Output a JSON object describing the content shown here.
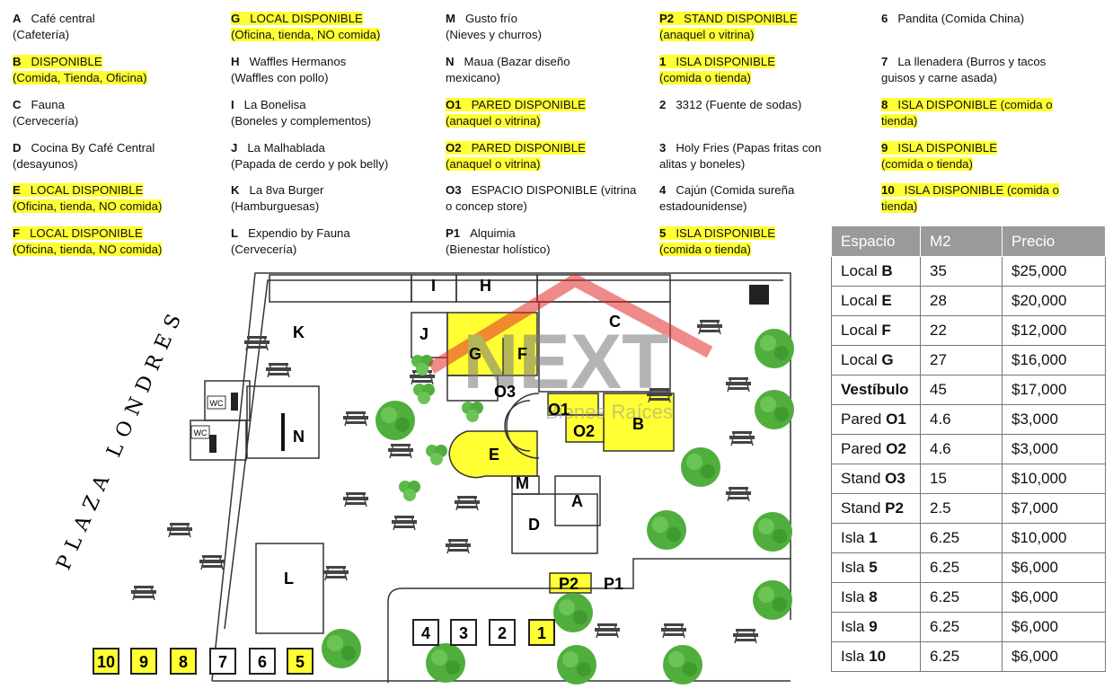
{
  "legend": [
    {
      "code": "A",
      "name": "Café central",
      "desc": "(Cafetería)",
      "available": false
    },
    {
      "code": "B",
      "name": "DISPONIBLE",
      "desc": "(Comida, Tienda, Oficina)",
      "available": true
    },
    {
      "code": "C",
      "name": "Fauna",
      "desc": "(Cervecería)",
      "available": false
    },
    {
      "code": "D",
      "name": "Cocina By Café Central",
      "desc": "(desayunos)",
      "available": false
    },
    {
      "code": "E",
      "name": "LOCAL DISPONIBLE",
      "desc": "(Oficina, tienda, NO comida)",
      "available": true
    },
    {
      "code": "F",
      "name": "LOCAL DISPONIBLE",
      "desc": "(Oficina, tienda, NO comida)",
      "available": true
    },
    {
      "code": "G",
      "name": "LOCAL DISPONIBLE",
      "desc": "(Oficina, tienda, NO comida)",
      "available": true
    },
    {
      "code": "H",
      "name": "Waffles Hermanos",
      "desc": "(Waffles con pollo)",
      "available": false
    },
    {
      "code": "I",
      "name": "La Bonelisa",
      "desc": "(Boneles y complementos)",
      "available": false
    },
    {
      "code": "J",
      "name": "La Malhablada",
      "desc": "(Papada de cerdo y pok belly)",
      "available": false
    },
    {
      "code": "K",
      "name": "La 8va Burger",
      "desc": "(Hamburguesas)",
      "available": false
    },
    {
      "code": "L",
      "name": "Expendio by Fauna",
      "desc": "(Cervecería)",
      "available": false
    },
    {
      "code": "M",
      "name": "Gusto frío",
      "desc": "(Nieves y churros)",
      "available": false
    },
    {
      "code": "N",
      "name": "Maua (Bazar diseño",
      "desc": "mexicano)",
      "available": false
    },
    {
      "code": "O1",
      "name": "PARED DISPONIBLE",
      "desc": "(anaquel o vitrina)",
      "available": true
    },
    {
      "code": "O2",
      "name": "PARED DISPONIBLE",
      "desc": "(anaquel o vitrina)",
      "available": true
    },
    {
      "code": "O3",
      "name": "ESPACIO DISPONIBLE (vitrina",
      "desc": "o concep store)",
      "available": false
    },
    {
      "code": "P1",
      "name": "Alquimia",
      "desc": "(Bienestar holístico)",
      "available": false
    },
    {
      "code": "P2",
      "name": "STAND DISPONIBLE",
      "desc": "(anaquel o vitrina)",
      "available": true
    },
    {
      "code": "1",
      "name": "ISLA DISPONIBLE",
      "desc": "(comida o tienda)",
      "available": true
    },
    {
      "code": "2",
      "name": "3312 (Fuente de sodas)",
      "desc": "",
      "available": false
    },
    {
      "code": "3",
      "name": "Holy Fries (Papas fritas con",
      "desc": "alitas y boneles)",
      "available": false
    },
    {
      "code": "4",
      "name": "Cajún (Comida sureña",
      "desc": "estadounidense)",
      "available": false
    },
    {
      "code": "5",
      "name": "ISLA DISPONIBLE",
      "desc": "(comida o tienda)",
      "available": true
    },
    {
      "code": "6",
      "name": "Pandita (Comida China)",
      "desc": "",
      "available": false
    },
    {
      "code": "7",
      "name": "La llenadera (Burros y tacos",
      "desc": "guisos y carne asada)",
      "available": false
    },
    {
      "code": "8",
      "name": "ISLA DISPONIBLE (comida o",
      "desc": "tienda)",
      "available": true
    },
    {
      "code": "9",
      "name": "ISLA DISPONIBLE",
      "desc": "(comida o tienda)",
      "available": true
    },
    {
      "code": "10",
      "name": "ISLA DISPONIBLE (comida o",
      "desc": "tienda)",
      "available": true
    }
  ],
  "price_table": {
    "headers": [
      "Espacio",
      "M2",
      "Precio"
    ],
    "rows": [
      {
        "type": "Local",
        "id": "B",
        "m2": "35",
        "price": "$25,000"
      },
      {
        "type": "Local",
        "id": "E",
        "m2": "28",
        "price": "$20,000"
      },
      {
        "type": "Local",
        "id": "F",
        "m2": "22",
        "price": "$12,000"
      },
      {
        "type": "Local",
        "id": "G",
        "m2": "27",
        "price": "$16,000"
      },
      {
        "type": "",
        "id": "Vestíbulo",
        "m2": "45",
        "price": "$17,000"
      },
      {
        "type": "Pared",
        "id": "O1",
        "m2": "4.6",
        "price": "$3,000"
      },
      {
        "type": "Pared",
        "id": "O2",
        "m2": "4.6",
        "price": "$3,000"
      },
      {
        "type": "Stand",
        "id": "O3",
        "m2": "15",
        "price": "$10,000"
      },
      {
        "type": "Stand",
        "id": "P2",
        "m2": "2.5",
        "price": "$7,000"
      },
      {
        "type": "Isla",
        "id": "1",
        "m2": "6.25",
        "price": "$10,000"
      },
      {
        "type": "Isla",
        "id": "5",
        "m2": "6.25",
        "price": "$6,000"
      },
      {
        "type": "Isla",
        "id": "8",
        "m2": "6.25",
        "price": "$6,000"
      },
      {
        "type": "Isla",
        "id": "9",
        "m2": "6.25",
        "price": "$6,000"
      },
      {
        "type": "Isla",
        "id": "10",
        "m2": "6.25",
        "price": "$6,000"
      }
    ]
  },
  "map": {
    "street_name": "PLAZA LONDRES",
    "watermark_brand": "NEXT",
    "watermark_sub": "Bienes Raíces",
    "wc_label": "WC",
    "highlight_color": "#ffff33",
    "space_labels": [
      "A",
      "B",
      "C",
      "D",
      "E",
      "F",
      "G",
      "H",
      "I",
      "J",
      "K",
      "L",
      "M",
      "N",
      "O1",
      "O2",
      "O3",
      "P1",
      "P2"
    ],
    "island_labels": [
      "10",
      "9",
      "8",
      "7",
      "6",
      "5",
      "4",
      "3",
      "2",
      "1"
    ]
  }
}
